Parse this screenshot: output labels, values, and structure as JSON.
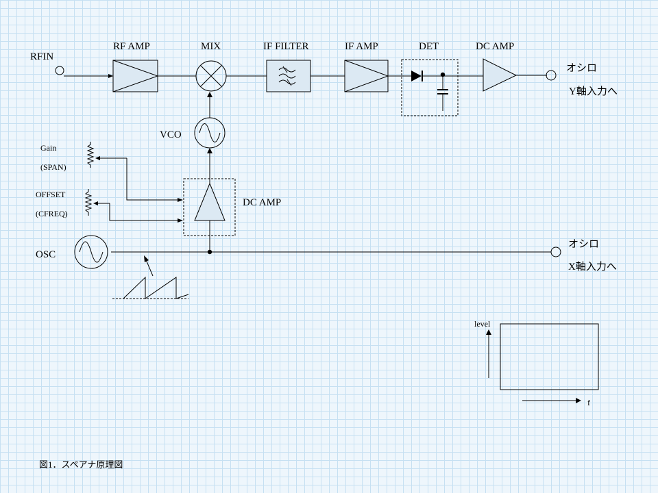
{
  "input": {
    "label": "RFIN"
  },
  "blocks": {
    "rf_amp": "RF AMP",
    "mix": "MIX",
    "if_filter": "IF FILTER",
    "if_amp": "IF AMP",
    "det": "DET",
    "dc_amp_top": "DC AMP",
    "vco": "VCO",
    "dc_amp_mid": "DC AMP",
    "osc": "OSC"
  },
  "controls": {
    "gain_line1": "Gain",
    "gain_line2": "(SPAN)",
    "offset_line1": "OFFSET",
    "offset_line2": "(CFREQ)"
  },
  "outputs": {
    "y_line1": "オシロ",
    "y_line2": "Y軸入力へ",
    "x_line1": "オシロ",
    "x_line2": "X軸入力へ"
  },
  "screen": {
    "yaxis": "level",
    "xaxis": "f"
  },
  "caption": "図1．スペアナ原理図"
}
